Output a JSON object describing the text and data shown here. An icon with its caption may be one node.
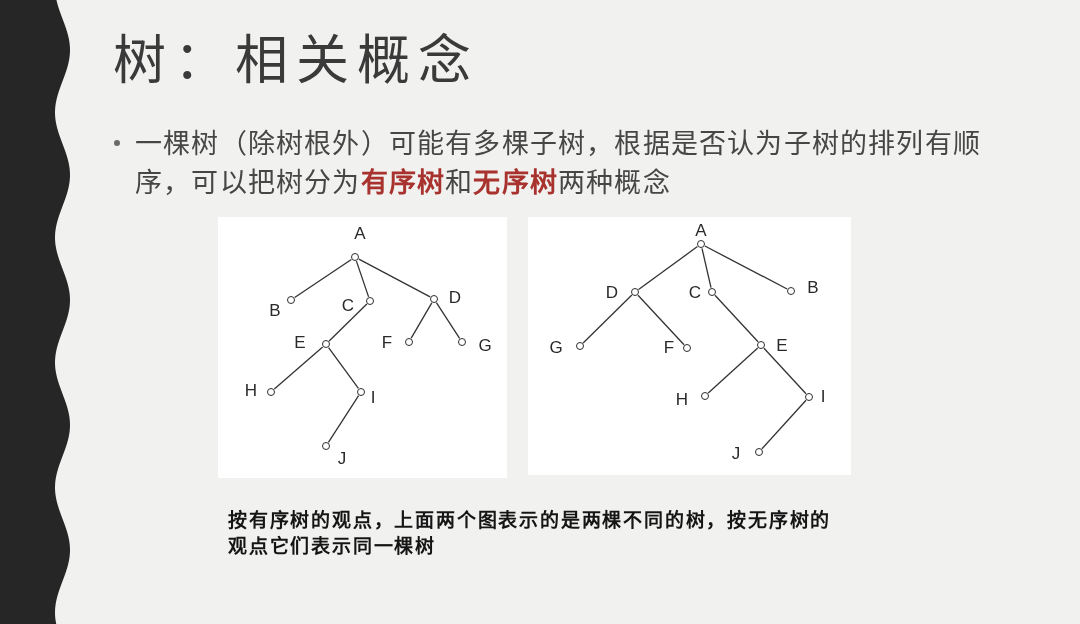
{
  "diagram": {
    "title": "树：相关概念",
    "nodes": [
      {
        "text": [],
        "shape": "box"
      },
      {
        "text": [],
        "shape": "circle",
        "in": 0,
        "beside": [
          "A"
        ]
      },
      {
        "text": [],
        "shape": "circle",
        "in": 0,
        "beside": [
          "B"
        ]
      },
      {
        "text": [],
        "shape": "circle",
        "in": 0,
        "beside": [
          "C"
        ]
      },
      {
        "text": [],
        "shape": "circle",
        "in": 0,
        "beside": [
          "D"
        ]
      },
      {
        "text": [],
        "shape": "circle",
        "in": 0,
        "beside": [
          "E"
        ]
      },
      {
        "text": [],
        "shape": "circle",
        "in": 0,
        "beside": [
          "F"
        ]
      },
      {
        "text": [],
        "shape": "circle",
        "in": 0,
        "beside": [
          "G"
        ]
      },
      {
        "text": [],
        "shape": "circle",
        "in": 0,
        "beside": [
          "H"
        ]
      },
      {
        "text": [],
        "shape": "circle",
        "in": 0,
        "beside": [
          "I"
        ]
      },
      {
        "text": [],
        "shape": "circle",
        "in": 0,
        "beside": [
          "J"
        ]
      },
      {
        "text": [],
        "shape": "box"
      },
      {
        "text": [],
        "shape": "circle",
        "in": 11,
        "beside": [
          "A"
        ]
      },
      {
        "text": [],
        "shape": "circle",
        "in": 11,
        "beside": [
          "D"
        ]
      },
      {
        "text": [],
        "shape": "circle",
        "in": 11,
        "beside": [
          "C"
        ]
      },
      {
        "text": [],
        "shape": "circle",
        "in": 11,
        "beside": [
          "B"
        ]
      },
      {
        "text": [],
        "shape": "circle",
        "in": 11,
        "beside": [
          "G"
        ]
      },
      {
        "text": [],
        "shape": "circle",
        "in": 11,
        "beside": [
          "F"
        ]
      },
      {
        "text": [],
        "shape": "circle",
        "in": 11,
        "beside": [
          "E"
        ]
      },
      {
        "text": [],
        "shape": "circle",
        "in": 11,
        "beside": [
          "H"
        ]
      },
      {
        "text": [],
        "shape": "circle",
        "in": 11,
        "beside": [
          "I"
        ]
      },
      {
        "text": [],
        "shape": "circle",
        "in": 11,
        "beside": [
          "J"
        ]
      }
    ],
    "edges": [
      {
        "from": 1,
        "to": 2,
        "arrow": "none"
      },
      {
        "from": 1,
        "to": 3,
        "arrow": "none"
      },
      {
        "from": 1,
        "to": 4,
        "arrow": "none"
      },
      {
        "from": 3,
        "to": 5,
        "arrow": "none"
      },
      {
        "from": 4,
        "to": 6,
        "arrow": "none"
      },
      {
        "from": 4,
        "to": 7,
        "arrow": "none"
      },
      {
        "from": 5,
        "to": 8,
        "arrow": "none"
      },
      {
        "from": 5,
        "to": 9,
        "arrow": "none"
      },
      {
        "from": 9,
        "to": 10,
        "arrow": "none"
      },
      {
        "from": 12,
        "to": 13,
        "arrow": "none"
      },
      {
        "from": 12,
        "to": 14,
        "arrow": "none"
      },
      {
        "from": 12,
        "to": 15,
        "arrow": "none"
      },
      {
        "from": 13,
        "to": 16,
        "arrow": "none"
      },
      {
        "from": 13,
        "to": 17,
        "arrow": "none"
      },
      {
        "from": 14,
        "to": 18,
        "arrow": "none"
      },
      {
        "from": 18,
        "to": 19,
        "arrow": "none"
      },
      {
        "from": 18,
        "to": 20,
        "arrow": "none"
      },
      {
        "from": 20,
        "to": 21,
        "arrow": "none"
      }
    ],
    "labels": [
      "一棵树（除树根外）可能有多棵子树，根据是否认为子树的排列有顺序，可以把树分为**有序树**和**无序树**两种概念"
    ],
    "caption": "按有序树的观点，上面两个图表示的是两棵不同的树，按无序树的观点它们表示同一棵树"
  }
}
